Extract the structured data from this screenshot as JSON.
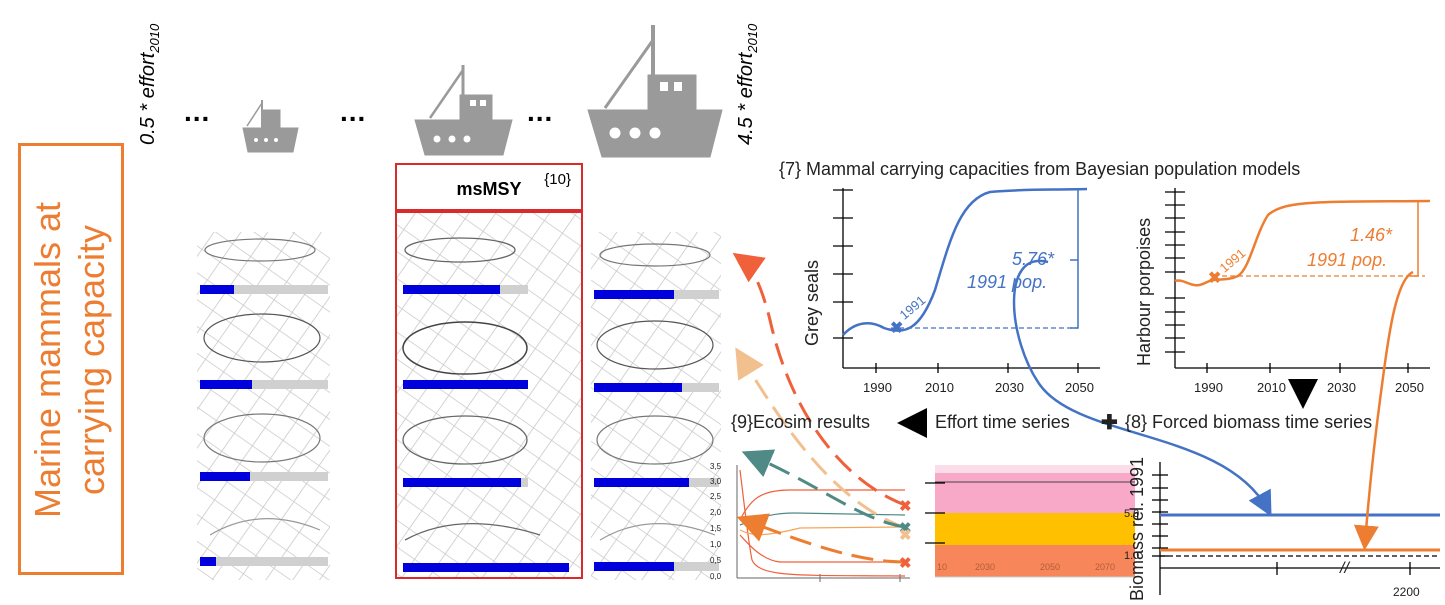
{
  "side_label": {
    "line1": "Marine mammals at",
    "line2": "carrying capacity"
  },
  "effort": {
    "low": "0.5 * effort",
    "high": "4.5 * effort",
    "sub": "2010"
  },
  "dots": "...",
  "msmsy": {
    "label": "msMSY",
    "ref": "{10}"
  },
  "section7": {
    "title": "{7} Mammal carrying capacities from Bayesian population models"
  },
  "grey_seals": {
    "ylabel": "Grey seals",
    "marker": "1991",
    "annot_line1": "5.76*",
    "annot_line2": "1991 pop.",
    "color": "#4472C4",
    "ticks": [
      "1990",
      "2010",
      "2030",
      "2050"
    ]
  },
  "harbour": {
    "ylabel": "Harbour porpoises",
    "marker": "1991",
    "annot_line1": "1.46*",
    "annot_line2": "1991 pop.",
    "color": "#ED7D31",
    "ticks": [
      "1990",
      "2010",
      "2030",
      "2050"
    ]
  },
  "flow": {
    "ecosim": "{9}Ecosim results",
    "effort_ts": "Effort time series",
    "plus": "✚",
    "forced": "{8} Forced biomass time series"
  },
  "ecosim_chart": {
    "yticks": [
      "3,5",
      "3,0",
      "2,5",
      "2,0",
      "1,5",
      "1,0",
      "0,5",
      "0,0"
    ]
  },
  "effort_chart": {
    "xticks": [
      "10",
      "2030",
      "2050",
      "2070"
    ],
    "bands": [
      "#F8A9C8",
      "#FFC000",
      "#F7875A"
    ]
  },
  "biomass_chart": {
    "ylabel": "Biomass rel. 1991",
    "yticks": [
      "5.0",
      "1.0"
    ],
    "xtick": "2200",
    "break_mark": "//"
  }
}
